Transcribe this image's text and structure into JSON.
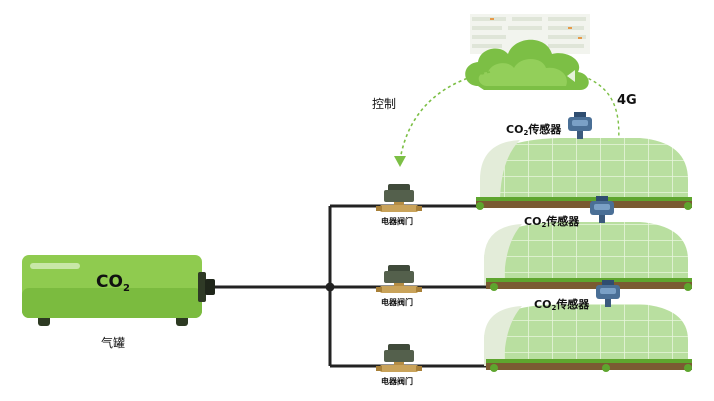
{
  "cloud": {
    "label": "4G"
  },
  "control": {
    "label": "控制"
  },
  "tank": {
    "label_main": "CO",
    "label_sub": "2",
    "caption": "气罐"
  },
  "valves": [
    {
      "label": "电器阀门"
    },
    {
      "label": "电器阀门"
    },
    {
      "label": "电器阀门"
    }
  ],
  "sensors": [
    {
      "prefix": "CO",
      "sub": "2",
      "suffix": "传感器"
    },
    {
      "prefix": "CO",
      "sub": "2",
      "suffix": "传感器"
    },
    {
      "prefix": "CO",
      "sub": "2",
      "suffix": "传感器"
    }
  ],
  "colors": {
    "green_light": "#8fcb4f",
    "green_dark": "#5ea52e",
    "pipe": "#222222",
    "brass": "#c9a35a",
    "sensor": "#4a6f96"
  }
}
